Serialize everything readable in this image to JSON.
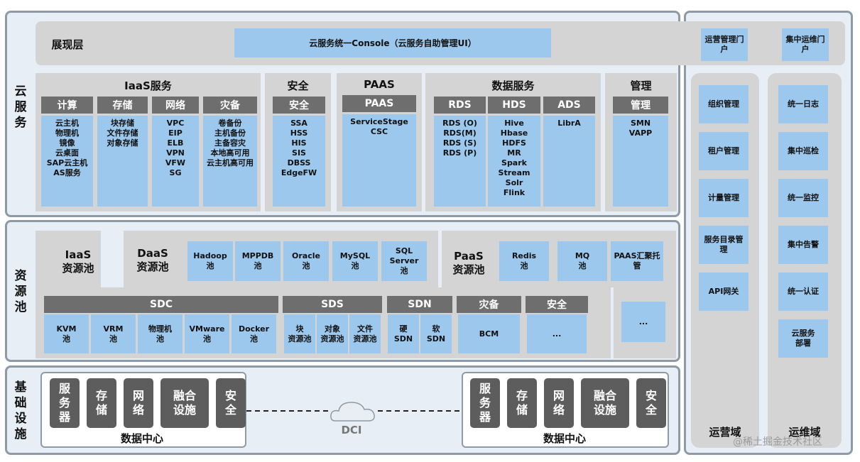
{
  "cloud_services": {
    "side_label": "云\n服\n务",
    "presentation": {
      "label": "展现层",
      "console": "云服务统一Console（云服务自助管理UI）",
      "portal1": "运营管理门\n户",
      "portal2": "集中运维门\n户"
    },
    "iaas": {
      "title": "IaaS服务",
      "cols": [
        {
          "header": "计算",
          "items": "云主机\n物理机\n镜像\n云桌面\nSAP云主机\nAS服务"
        },
        {
          "header": "存储",
          "items": "块存储\n文件存储\n对象存储"
        },
        {
          "header": "网络",
          "items": "VPC\nEIP\nELB\nVPN\nVFW\nSG"
        },
        {
          "header": "灾备",
          "items": "卷备份\n主机备份\n主备容灾\n本地高可用\n云主机高可用"
        }
      ]
    },
    "security": {
      "title": "安全",
      "header": "安全",
      "items": "SSA\nHSS\nHIS\nSIS\nDBSS\nEdgeFW"
    },
    "paas": {
      "title": "PAAS",
      "header": "PAAS",
      "items": "ServiceStage\nCSC"
    },
    "data": {
      "title": "数据服务",
      "cols": [
        {
          "header": "RDS",
          "items": "RDS (O)\nRDS(M)\nRDS (S)\nRDS (P)"
        },
        {
          "header": "HDS",
          "items": "Hive\nHbase\nHDFS\nMR\nSpark\nStream\nSolr\nFlink"
        },
        {
          "header": "ADS",
          "items": "LibrA"
        }
      ]
    },
    "mgmt": {
      "title": "管理",
      "header": "管理",
      "items": "SMN\nVAPP"
    }
  },
  "resource_pool": {
    "side_label": "资\n源\n池",
    "iaas_label": "IaaS\n资源池",
    "daas_label": "DaaS\n资源池",
    "daas_items": [
      "Hadoop\n池",
      "MPPDB\n池",
      "Oracle\n池",
      "MySQL\n池",
      "SQL\nServer\n池"
    ],
    "paas_label": "PaaS\n资源池",
    "paas_items": [
      "Redis\n池",
      "MQ\n池",
      "PAAS汇聚托\n管"
    ],
    "paas_more": "...",
    "groups": [
      {
        "header": "SDC",
        "items": [
          "KVM\n池",
          "VRM\n池",
          "物理机\n池",
          "VMware\n池",
          "Docker\n池"
        ]
      },
      {
        "header": "SDS",
        "items": [
          "块\n资源池",
          "对象\n资源池",
          "文件\n资源池"
        ]
      },
      {
        "header": "SDN",
        "items": [
          "硬\nSDN",
          "软\nSDN"
        ]
      },
      {
        "header": "灾备",
        "items": [
          "BCM"
        ]
      },
      {
        "header": "安全",
        "items": [
          "..."
        ]
      }
    ]
  },
  "infrastructure": {
    "side_label": "基\n础\n设\n施",
    "dc_items": [
      "服\n务\n器",
      "存\n储",
      "网\n络",
      "融合\n设施",
      "安\n全"
    ],
    "dc_label": "数据中心",
    "dci": "DCI"
  },
  "operations": {
    "label": "运营域",
    "items": [
      "组织管理",
      "租户管理",
      "计量管理",
      "服务目录管\n理",
      "API网关"
    ]
  },
  "maintenance": {
    "label": "运维域",
    "items": [
      "统一日志",
      "集中巡检",
      "统一监控",
      "集中告警",
      "统一认证",
      "云服务\n部署"
    ]
  },
  "watermark": "@稀土掘金技术社区"
}
